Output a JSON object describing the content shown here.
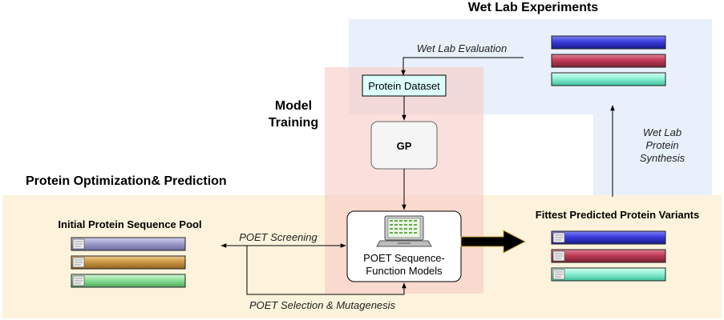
{
  "titles": {
    "wet_lab": "Wet Lab Experiments",
    "model_training_1": "Model",
    "model_training_2": "Training",
    "optimization": "Protein Optimization& Prediction"
  },
  "nodes": {
    "protein_dataset": "Protein Dataset",
    "gp": "GP",
    "poet_models_1": "POET Sequence-",
    "poet_models_2": "Function Models"
  },
  "labels": {
    "initial_pool": "Initial Protein Sequence Pool",
    "fittest_variants": "Fittest Predicted Protein Variants"
  },
  "edges": {
    "wet_lab_evaluation": "Wet Lab Evaluation",
    "wet_lab_synthesis_1": "Wet Lab",
    "wet_lab_synthesis_2": "Protein",
    "wet_lab_synthesis_3": "Synthesis",
    "poet_screening": "POET Screening",
    "poet_selection": "POET Selection & Mutagenesis"
  },
  "colors": {
    "wet_lab_bg": "#e8f0fb",
    "training_bg": "#f9d6d3",
    "optimization_bg": "#fdf3dc",
    "dataset_fill": "#dcfdfc",
    "gp_fill": "#f5f5f5",
    "seq_blue": "#3b3ddc",
    "seq_red": "#c03b56",
    "seq_teal": "#5fe0c0",
    "pool_purple": "#9b99c8",
    "pool_orange": "#c79340",
    "pool_green": "#86dc92"
  }
}
